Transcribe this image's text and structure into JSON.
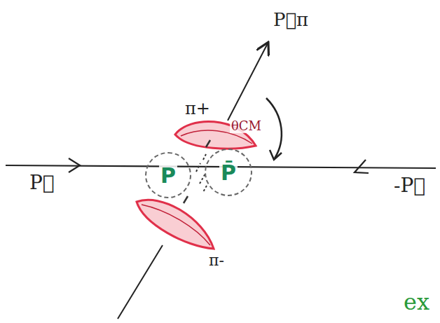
{
  "diagram": {
    "nodes": [
      {
        "text": [
          "P"
        ]
      },
      {
        "text": [
          "P̄"
        ]
      }
    ],
    "labels": [
      "P⃗",
      "-P⃗",
      "P⃗π",
      "π+",
      "π-",
      "θCM",
      "ex"
    ]
  }
}
